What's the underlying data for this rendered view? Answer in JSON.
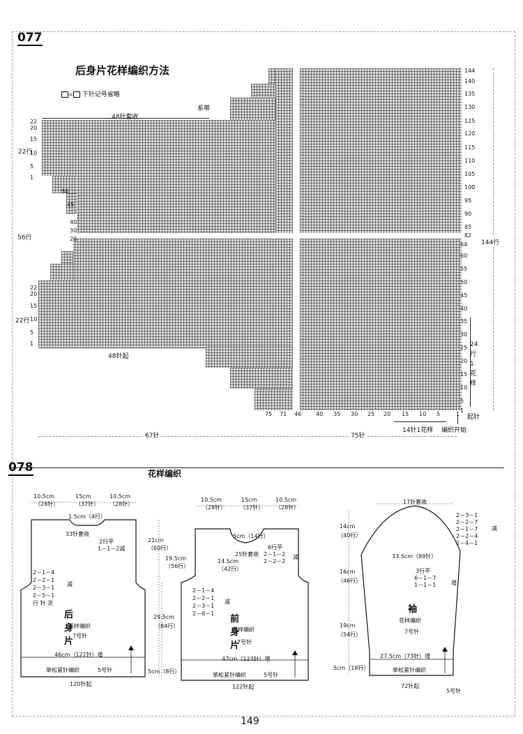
{
  "sec077": {
    "number": "077",
    "title": "后身片花样编织方法",
    "legend": "下针记号省略",
    "top_cast_off": "48针套收",
    "tie": "系带",
    "bottom_cast_on": "48针起",
    "left_rows_top": "22行",
    "left_rows_mid": "56行",
    "left_rows_bot": "22行",
    "right_rows": "144行",
    "left_ticks_top": [
      "22",
      "20",
      "15",
      "10",
      "5",
      "1"
    ],
    "left_ticks_mid": [
      "50",
      "45",
      "40",
      "30",
      "20"
    ],
    "left_ticks_bot": [
      "22",
      "20",
      "15",
      "10",
      "5",
      "1"
    ],
    "right_ticks_top": [
      "144",
      "140",
      "135",
      "130",
      "125",
      "120",
      "115",
      "110",
      "105",
      "100",
      "95",
      "90",
      "85",
      "82"
    ],
    "right_ticks_bot": [
      "64",
      "60",
      "55",
      "50",
      "45",
      "40",
      "35",
      "30",
      "25",
      "20",
      "15",
      "10",
      "5",
      "1"
    ],
    "pattern_rows": "24行1花样",
    "cast_on_right": "起针",
    "bottom_ticks": [
      "75",
      "71",
      "46",
      "40",
      "35",
      "30",
      "25",
      "20",
      "15",
      "10",
      "5",
      "1"
    ],
    "pattern_sts": "14针1花样",
    "start": "编织开始",
    "total_left": "67针",
    "total_right": "75针"
  },
  "sec078": {
    "number": "078",
    "subtitle": "花样编织",
    "back": {
      "dims_top": [
        "10.5cm",
        "15cm",
        "10.5cm"
      ],
      "dims_top_sts": [
        "（28针）",
        "（37针）",
        "（28针）"
      ],
      "neck_depth": "1.5cm（4行）",
      "neck_bind": "33针套收",
      "neck_dec1": "2行平",
      "neck_dec2": "1－1－2减",
      "h1": "21cm",
      "h1r": "（60行）",
      "h2": "19.5cm",
      "h2r": "（56行）",
      "h3": "29.5cm",
      "h3r": "（84行）",
      "h4": "5cm（8行）",
      "arm_dec": [
        "2－1－4",
        "2－2－1",
        "2－3－1",
        "2－5－1"
      ],
      "arm_label": "行 针 次",
      "dec": "减",
      "name": "后身片",
      "pattern": "花样编织",
      "needle": "7号针",
      "width": "46cm（121针）增",
      "rib": "单松紧针编织",
      "rib_needle": "5号针",
      "cast": "120针起"
    },
    "front": {
      "dims_top": [
        "10.5cm",
        "15cm",
        "10.5cm"
      ],
      "dims_top_sts": [
        "（28针）",
        "（37针）",
        "（28针）"
      ],
      "neck_depth": "5cm（14行）",
      "neck_bind": "25针套收",
      "neck_h": "14.5cm",
      "neck_hr": "（42行）",
      "neck_dec": [
        "6行平",
        "2－1－2",
        "2－2－2"
      ],
      "dec": "减",
      "arm_dec": [
        "2－1－4",
        "2－2－1",
        "2－3－1",
        "2－6－1"
      ],
      "name": "前身片",
      "pattern": "花样编织",
      "needle": "7号针",
      "width": "47cm（123针）增",
      "rib": "单松紧针编织",
      "rib_needle": "5号针",
      "cast": "122针起"
    },
    "sleeve": {
      "top_bind": "17针套收",
      "cap_dec": [
        "2－3－1",
        "2－2－7",
        "2－1－7",
        "2－2－4",
        "2－4－1"
      ],
      "dec": "减",
      "h1": "14cm",
      "h1r": "（40行）",
      "width_top": "33.5cm（89针）",
      "h2": "16cm",
      "h2r": "（46行）",
      "inc": [
        "3行平",
        "6－1－7",
        "1－1－1"
      ],
      "inc_label": "增",
      "h3": "19cm",
      "h3r": "（54行）",
      "name": "袖",
      "pattern": "花样编织",
      "needle": "7号针",
      "width": "27.5cm（73针）增",
      "h4": "5cm（18行）",
      "rib": "单松紧针编织",
      "cast": "72针起",
      "rib_needle": "5号针"
    }
  },
  "page_number": "149"
}
